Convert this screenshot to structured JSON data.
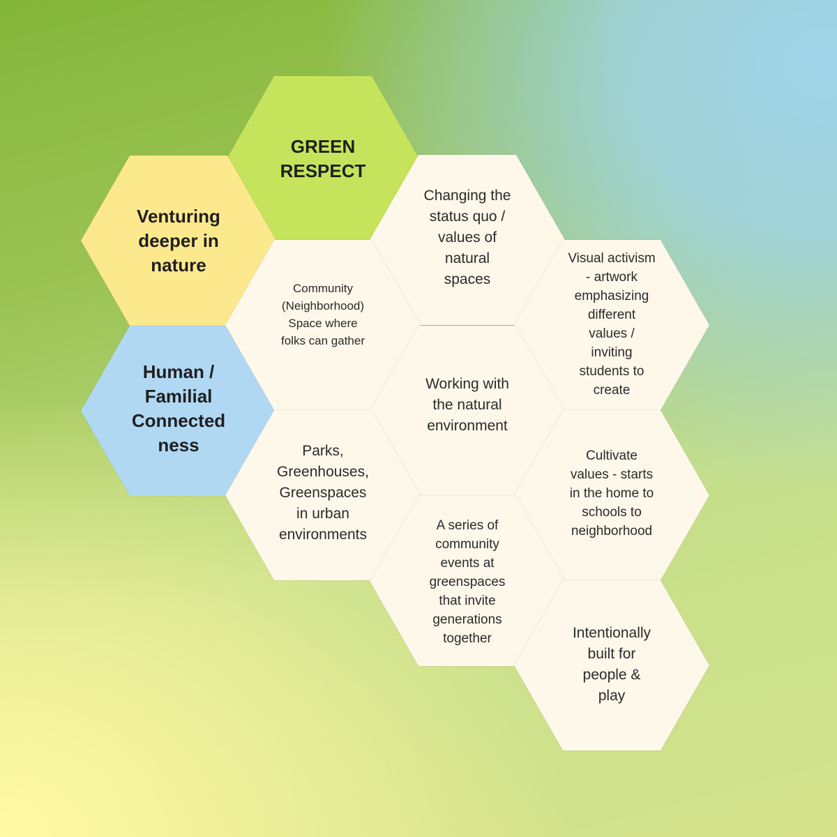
{
  "colors": {
    "title_green": "#c5e45c",
    "title_yellow": "#fde98d",
    "title_blue": "#b0d8f3",
    "item_cream": "#fdf8ea"
  },
  "titles": {
    "green_respect": "GREEN\nRESPECT",
    "venturing": "Venturing\ndeeper in\nnature",
    "human": "Human /\nFamilial\nConnected\nness"
  },
  "items": {
    "changing_status_quo": "Changing the\nstatus quo /\nvalues of\nnatural\nspaces",
    "visual_activism": "Visual activism\n- artwork\nemphasizing\ndifferent\nvalues /\ninviting\nstudents to\ncreate",
    "community_space": "Community\n(Neighborhood)\nSpace where\nfolks can gather",
    "working_with_nature": "Working with\nthe natural\nenvironment",
    "parks": "Parks,\nGreenhouses,\nGreenspaces\nin urban\nenvironments",
    "cultivate_values": "Cultivate\nvalues - starts\nin the home to\nschools to\nneighborhood",
    "community_events": "A series of\ncommunity\nevents at\ngreenspaces\nthat invite\ngenerations\ntogether",
    "intentionally_built": "Intentionally\nbuilt for\npeople &\nplay"
  }
}
